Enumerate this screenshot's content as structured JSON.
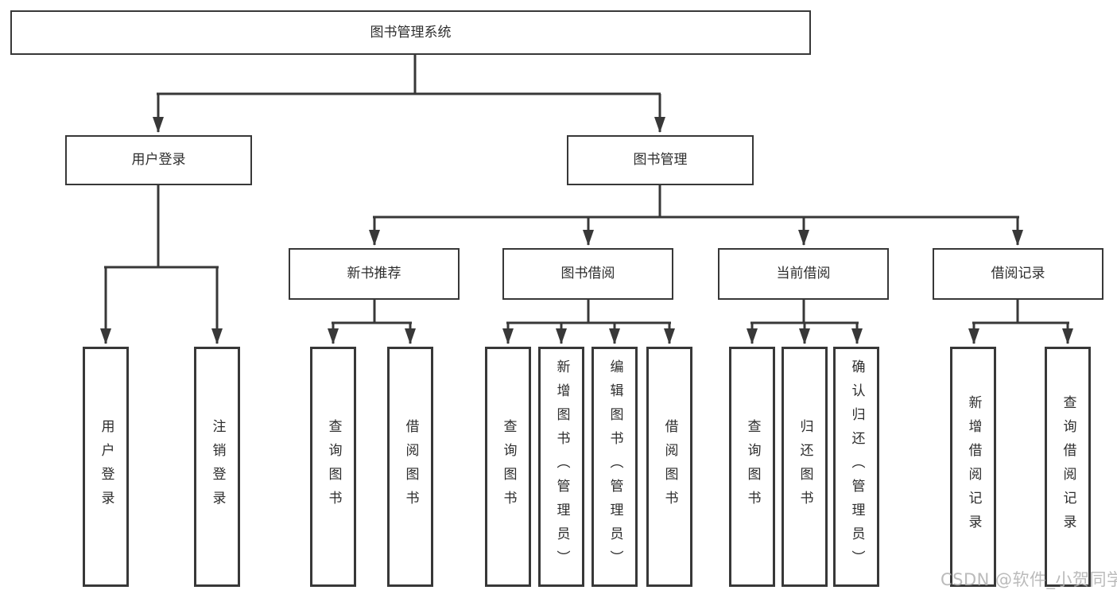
{
  "diagram": {
    "root": {
      "label": "图书管理系统"
    },
    "branches": [
      {
        "label": "用户登录",
        "children": [
          {
            "label": "用户登录"
          },
          {
            "label": "注销登录"
          }
        ]
      },
      {
        "label": "图书管理",
        "children": [
          {
            "label": "新书推荐",
            "children": [
              {
                "label": "查询图书"
              },
              {
                "label": "借阅图书"
              }
            ]
          },
          {
            "label": "图书借阅",
            "children": [
              {
                "label": "查询图书"
              },
              {
                "label": "新增图书（管理员）"
              },
              {
                "label": "编辑图书（管理员）"
              },
              {
                "label": "借阅图书"
              }
            ]
          },
          {
            "label": "当前借阅",
            "children": [
              {
                "label": "查询图书"
              },
              {
                "label": "归还图书"
              },
              {
                "label": "确认归还（管理员）"
              }
            ]
          },
          {
            "label": "借阅记录",
            "children": [
              {
                "label": "新增借阅记录"
              },
              {
                "label": "查询借阅记录"
              }
            ]
          }
        ]
      }
    ]
  },
  "watermark": {
    "text": "CSDN @软件_小贺同学",
    "color": "#b2b2b2"
  },
  "colors": {
    "line": "#383838",
    "box_border": "#383838",
    "text": "#2d2d2d",
    "background": "#ffffff"
  }
}
